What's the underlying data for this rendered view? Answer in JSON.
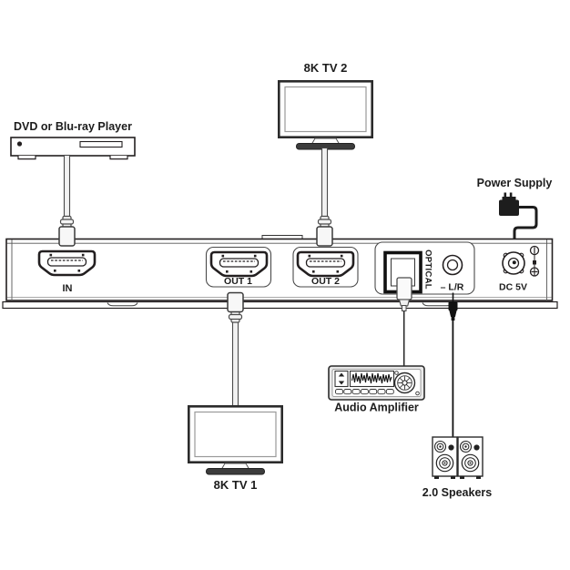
{
  "diagram": {
    "source_device": {
      "label": "DVD or Blu-ray Player"
    },
    "displays": {
      "tv2": "8K TV 2",
      "tv1": "8K TV 1"
    },
    "power": {
      "label": "Power Supply"
    },
    "audio": {
      "amplifier": "Audio Amplifier",
      "speakers": "2.0 Speakers"
    },
    "splitter_ports": {
      "in": "IN",
      "out1": "OUT 1",
      "out2": "OUT 2",
      "optical": "OPTICAL",
      "line_out": "– L/R",
      "dc": "DC 5V"
    },
    "colors": {
      "outline": "#231f20",
      "cable_gray": "#f2f2f2",
      "solid_black": "#1d1d1d",
      "amp_body": "#e9e9e9",
      "tv_base": "#3c3c3c",
      "background": "#ffffff"
    }
  }
}
